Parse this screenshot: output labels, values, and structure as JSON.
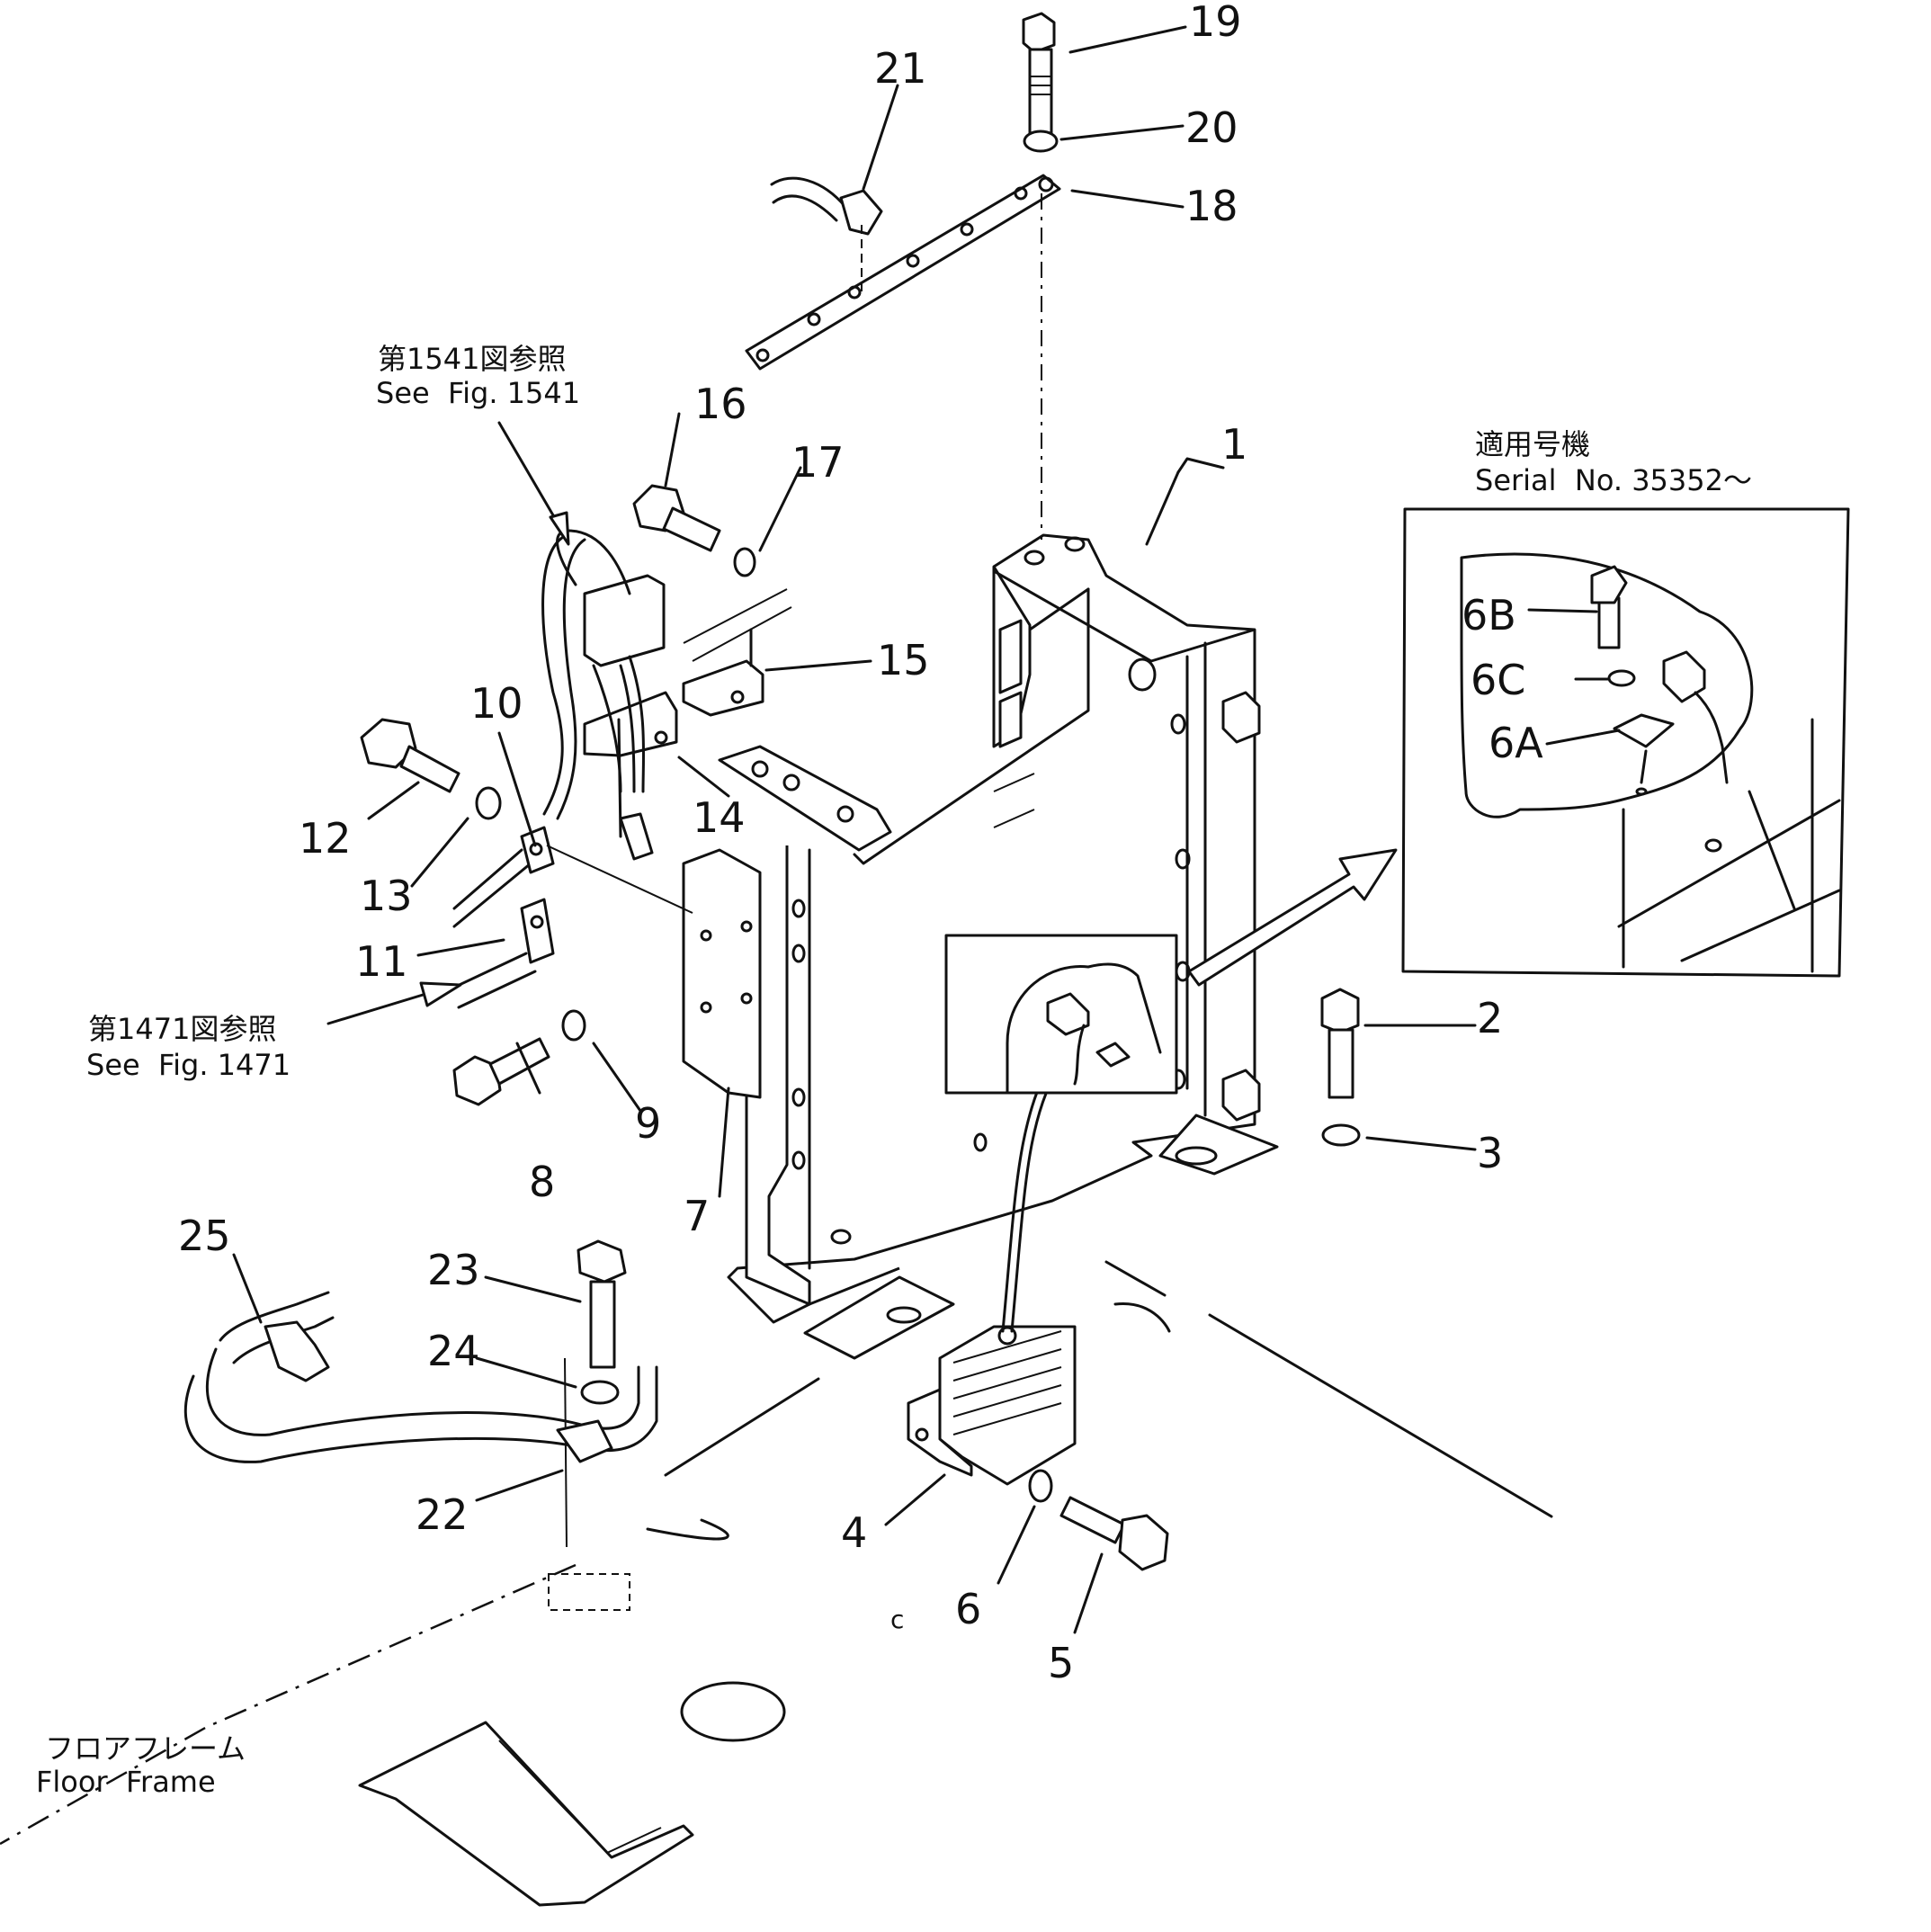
{
  "diagram": {
    "callouts": {
      "p1": "1",
      "p2": "2",
      "p3": "3",
      "p4": "4",
      "p5": "5",
      "p6": "6",
      "p7": "7",
      "p8": "8",
      "p9": "9",
      "p10": "10",
      "p11": "11",
      "p12": "12",
      "p13": "13",
      "p14": "14",
      "p15": "15",
      "p16": "16",
      "p17": "17",
      "p18": "18",
      "p19": "19",
      "p20": "20",
      "p21": "21",
      "p22": "22",
      "p23": "23",
      "p24": "24",
      "p25": "25",
      "p6a": "6A",
      "p6b": "6B",
      "p6c": "6C"
    },
    "notes": {
      "fig1541_jp": "第1541図参照",
      "fig1541_en": "See  Fig. 1541",
      "fig1471_jp": "第1471図参照",
      "fig1471_en": "See  Fig. 1471",
      "serial_jp": "適用号機",
      "serial_en": "Serial  No. 35352～",
      "floor_jp": "フロアフレーム",
      "floor_en": "Floor  Frame"
    }
  }
}
